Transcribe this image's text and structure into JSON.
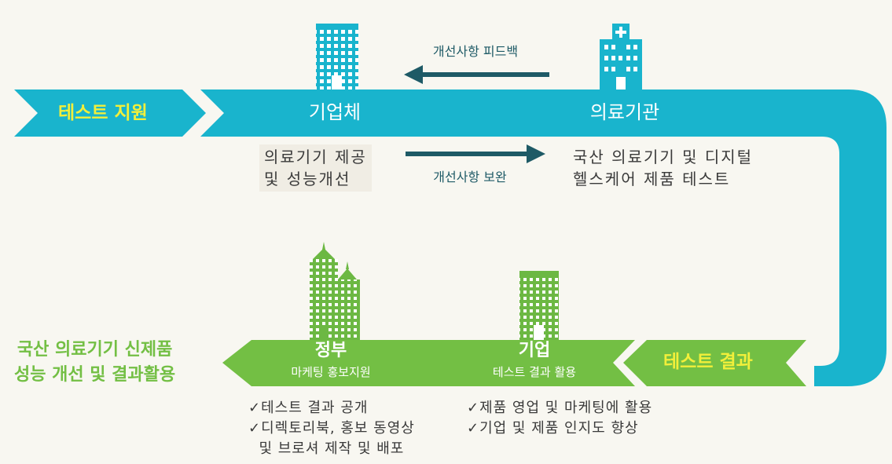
{
  "labels": {
    "test_support": "테스트 지원",
    "company": "기업체",
    "medical_institution": "의료기관",
    "feedback_top": "개선사항 피드백",
    "supplement": "개선사항 보완",
    "company_box_line1": "의료기기 제공",
    "company_box_line2": "및 성능개선",
    "medical_box_line1": "국산 의료기기 및 디지털",
    "medical_box_line2": "헬스케어 제품 테스트",
    "test_result": "테스트 결과",
    "government": "정부",
    "government_sub": "마케팅 홍보지원",
    "corporation": "기업",
    "corporation_sub": "테스트 결과 활용",
    "outcome_line1": "국산 의료기기 신제품",
    "outcome_line2": "성능 개선 및 결과활용"
  },
  "government_checklist": [
    "✓테스트 결과 공개",
    "✓디렉토리북, 홍보 동영상",
    "  및 브로셔 제작 및 배포"
  ],
  "corporation_checklist": [
    "✓제품 영업 및 마케팅에 활용",
    "✓기업 및 제품 인지도 향상"
  ],
  "colors": {
    "cyan": "#19b4cd",
    "green": "#73bf44",
    "yellow": "#f2ef3a",
    "arrow": "#1e5a66",
    "building_green": "#6cb843"
  },
  "icons": [
    "office-building-icon",
    "hospital-building-icon",
    "skyscraper-icon",
    "green-building-icon"
  ]
}
